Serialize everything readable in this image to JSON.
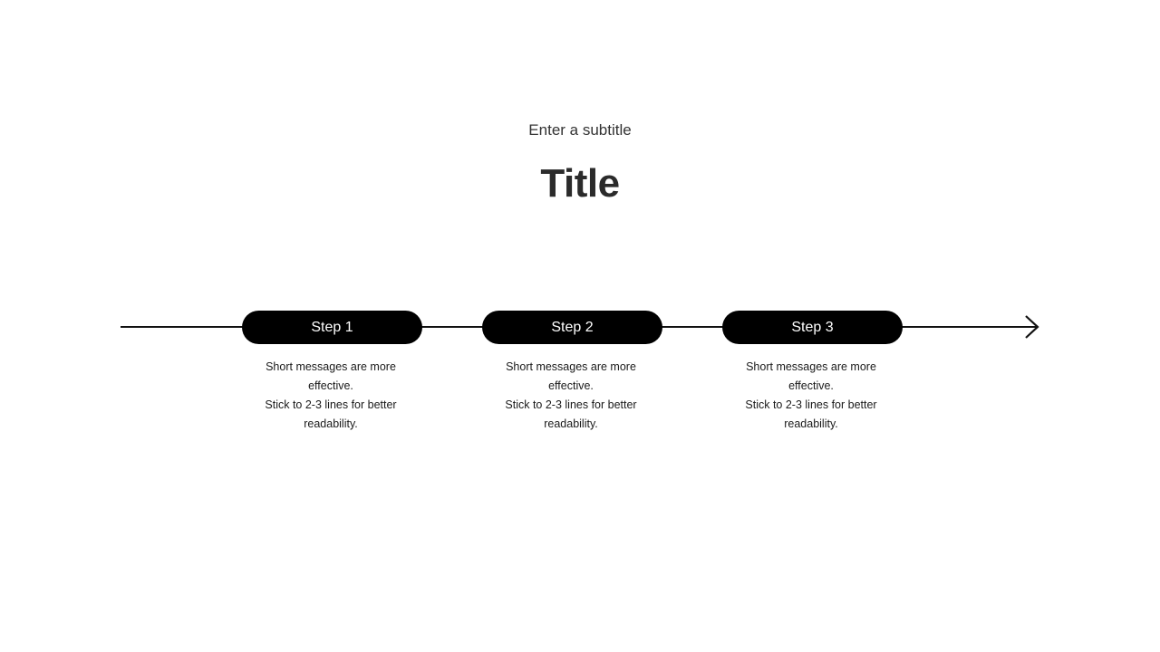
{
  "header": {
    "subtitle": "Enter a subtitle",
    "title": "Title"
  },
  "timeline": {
    "line_color": "#111111",
    "arrow_icon": "arrow-right-icon",
    "steps": [
      {
        "label": "Step 1",
        "desc_line1": "Short messages are more effective.",
        "desc_line2": "Stick to 2-3 lines for better readability."
      },
      {
        "label": "Step 2",
        "desc_line1": "Short messages are more effective.",
        "desc_line2": "Stick to 2-3 lines for better readability."
      },
      {
        "label": "Step 3",
        "desc_line1": "Short messages are more effective.",
        "desc_line2": "Stick to 2-3 lines for better readability."
      }
    ]
  }
}
